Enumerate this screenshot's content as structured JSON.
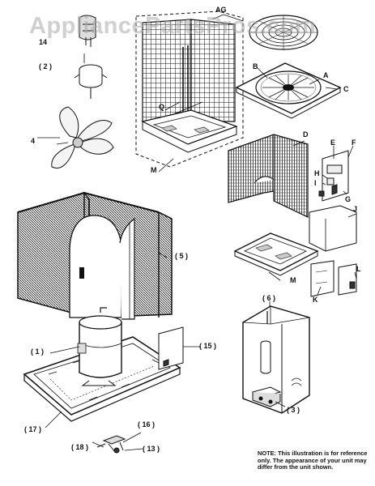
{
  "watermark": "AppliancePartsPros.com",
  "labels": {
    "AG": "AG",
    "A": "A",
    "B": "B",
    "C": "C",
    "D": "D",
    "E": "E",
    "F": "F",
    "G": "G",
    "H": "H",
    "I": "I",
    "J": "J",
    "K": "K",
    "L": "L",
    "M1": "M",
    "M2": "M",
    "Q": "Q",
    "n14": "14",
    "n2": "( 2 )",
    "n4": "4",
    "n5": "( 5 )",
    "n1": "( 1 )",
    "n6": "( 6 )",
    "n3": "( 3 )",
    "n15": "( 15 )",
    "n16": "( 16 )",
    "n17": "( 17 )",
    "n18": "( 18 )",
    "n13": "( 13 )"
  },
  "note": "NOTE: This illustration is for reference only. The appearance of your unit may differ from the unit shown."
}
